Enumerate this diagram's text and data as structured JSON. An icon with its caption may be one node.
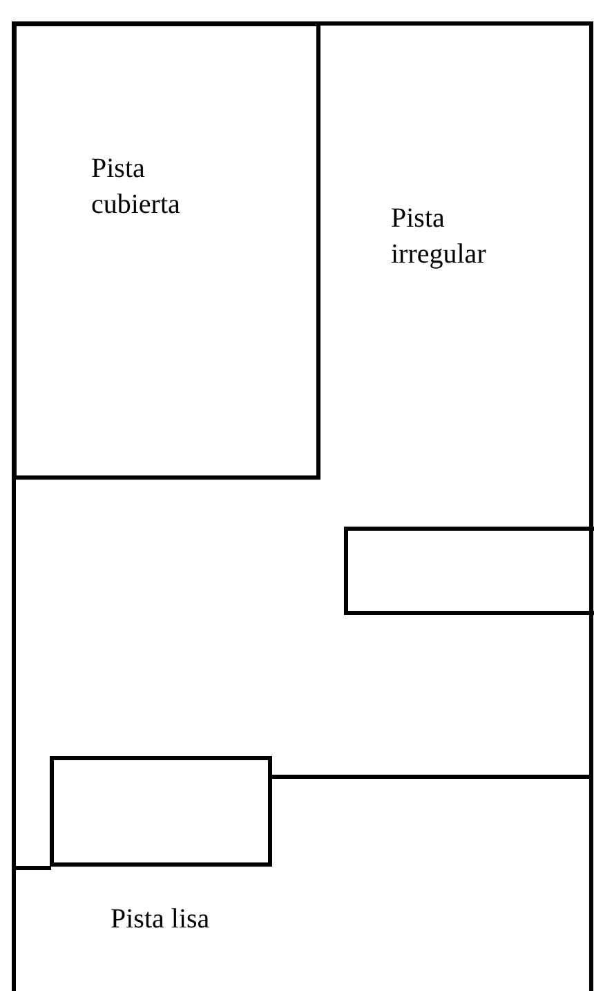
{
  "diagram": {
    "nodes": [
      {
        "text": [
          "Pista cubierta"
        ]
      },
      {
        "text": [],
        "shape": "box"
      },
      {
        "text": [],
        "shape": "box"
      }
    ],
    "labels": [
      "Pista irregular",
      "Pista lisa"
    ]
  }
}
